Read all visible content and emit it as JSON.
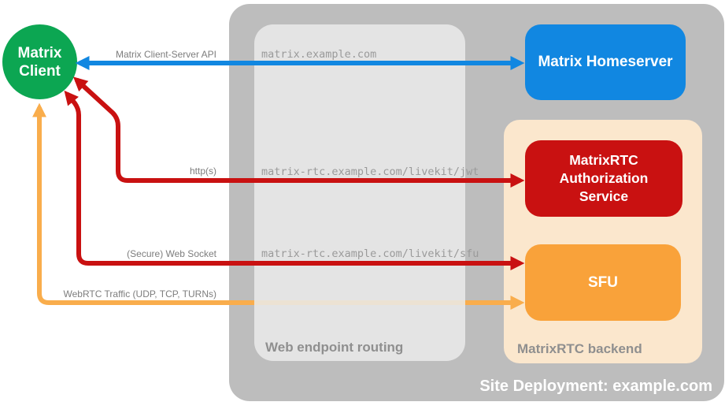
{
  "colors": {
    "site_bg": "#bdbdbd",
    "routing_bg": "#e7e7e7",
    "backend_bg": "#fbe7cd",
    "client_green": "#0ca652",
    "homeserver_blue": "#1187e1",
    "auth_red": "#c91111",
    "sfu_orange": "#f9a23a",
    "webrtc_orange": "#f9ad4c",
    "label_gray": "#8f8f8f",
    "url_gray": "#9a9a9a",
    "arrow_label_gray": "#7d7d7d",
    "white_text": "#ffffff"
  },
  "nodes": {
    "client": {
      "label": "Matrix\nClient"
    },
    "homeserver": {
      "label": "Matrix Homeserver"
    },
    "auth_service": {
      "label": "MatrixRTC\nAuthorization\nService"
    },
    "sfu": {
      "label": "SFU"
    }
  },
  "containers": {
    "site": {
      "label": "Site Deployment: example.com"
    },
    "routing": {
      "label": "Web endpoint routing",
      "endpoints": [
        "matrix.example.com",
        "matrix-rtc.example.com/livekit/jwt",
        "matrix-rtc.example.com/livekit/sfu"
      ]
    },
    "backend": {
      "label": "MatrixRTC backend"
    }
  },
  "arrows": {
    "api": {
      "label": "Matrix Client-Server API",
      "color": "#1187e1"
    },
    "https": {
      "label": "http(s)",
      "color": "#c91111"
    },
    "websocket": {
      "label": "(Secure) Web Socket",
      "color": "#c91111"
    },
    "webrtc": {
      "label": "WebRTC Traffic (UDP, TCP, TURNs)",
      "color": "#f9ad4c"
    }
  }
}
